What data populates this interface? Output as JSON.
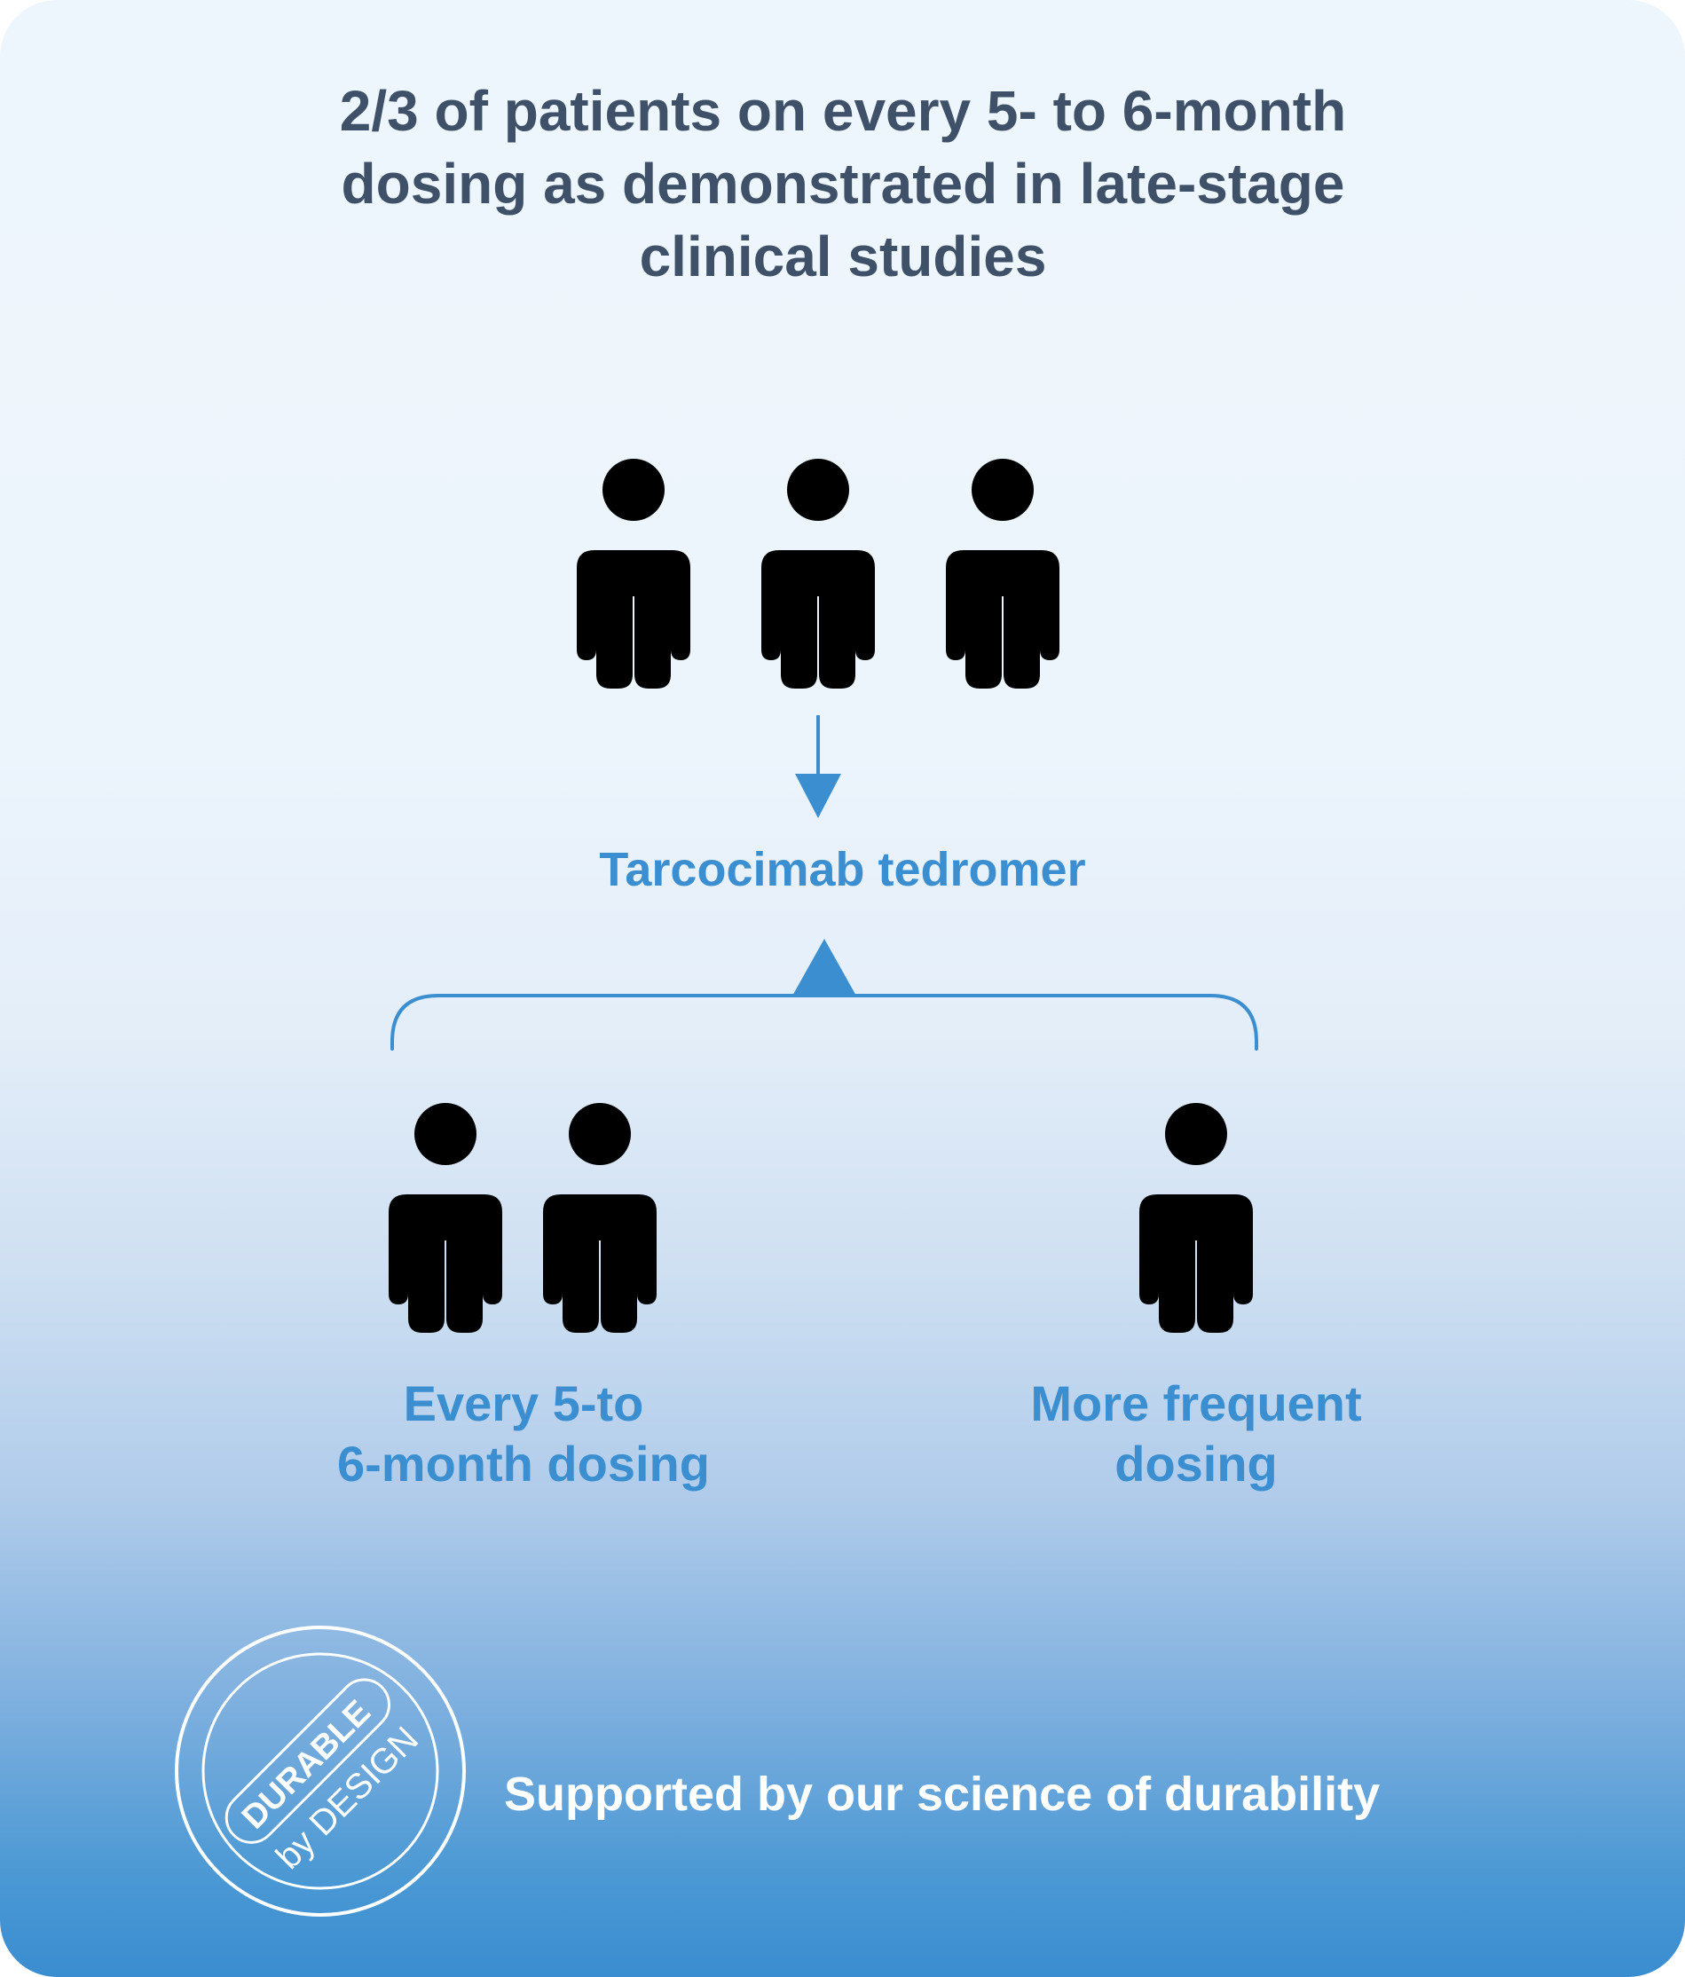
{
  "header": {
    "title_lines": [
      "2/3 of patients on every 5- to 6-month",
      "dosing as demonstrated in late-stage",
      "clinical studies"
    ]
  },
  "diagram": {
    "top_group": {
      "patients": 3,
      "icon": "person-icon"
    },
    "arrow_icon": "arrow-down-icon",
    "drug_name": "Tarcocimab tedromer",
    "bracket_icon": "bracket-with-pointer",
    "groups": [
      {
        "label_lines": [
          "Every 5-to",
          "6-month dosing"
        ],
        "patients": 2,
        "color": "#3b8fd0"
      },
      {
        "label_lines": [
          "More frequent",
          "dosing"
        ],
        "patients": 1,
        "color": "#a9abae"
      }
    ]
  },
  "footer": {
    "badge": {
      "top_text": "DURABLE",
      "bottom_text": "by DESIGN"
    },
    "tagline": "Supported by our science of durability"
  },
  "colors": {
    "title": "#3f5168",
    "accent": "#3b8fd0",
    "person_fill": "#cfe2f5",
    "muted_fill": "#e1e3e6",
    "muted_stroke": "#a9abae"
  }
}
